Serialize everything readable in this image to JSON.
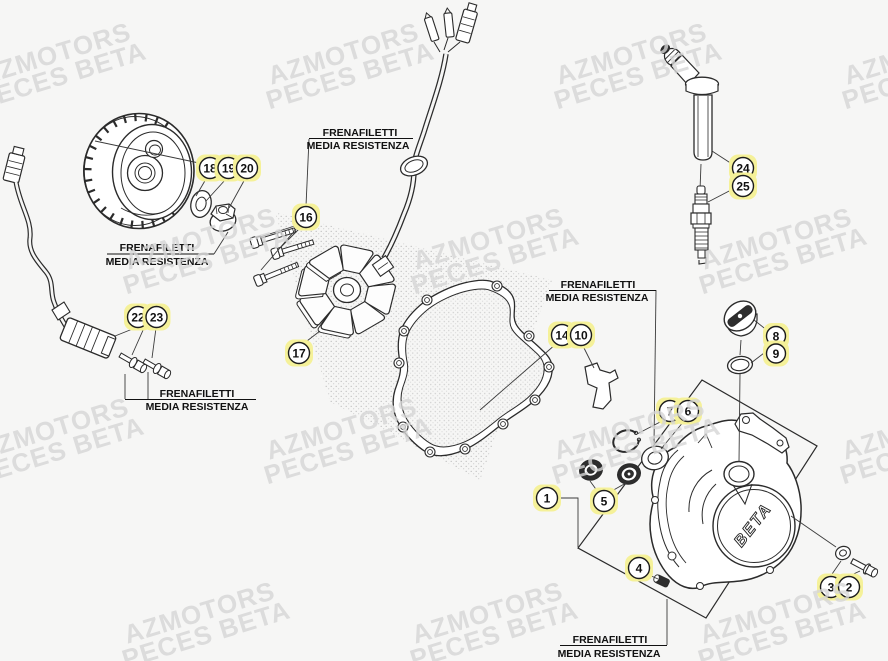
{
  "watermark": {
    "line1": "AZMOTORS",
    "line2": "PECES BETA"
  },
  "thread_note": {
    "line1": "FRENAFILETTI",
    "line2": "MEDIA RESISTENZA"
  },
  "cover_logo": "BETA",
  "callouts": {
    "n1": "1",
    "n2": "2",
    "n3": "3",
    "n4": "4",
    "n5": "5",
    "n6": "6",
    "n7": "7",
    "n8": "8",
    "n9": "9",
    "n10": "10",
    "n14": "14",
    "n16": "16",
    "n17": "17",
    "n18": "18",
    "n19": "19",
    "n20": "20",
    "n22": "22",
    "n23": "23",
    "n24": "24",
    "n25": "25"
  },
  "colors": {
    "background": "#f6f6f5",
    "line": "#2b2b2b",
    "callout_halo": "#f5f199",
    "callout_fill": "#ffffff",
    "watermark": "#d6d6d6",
    "text": "#111111"
  }
}
